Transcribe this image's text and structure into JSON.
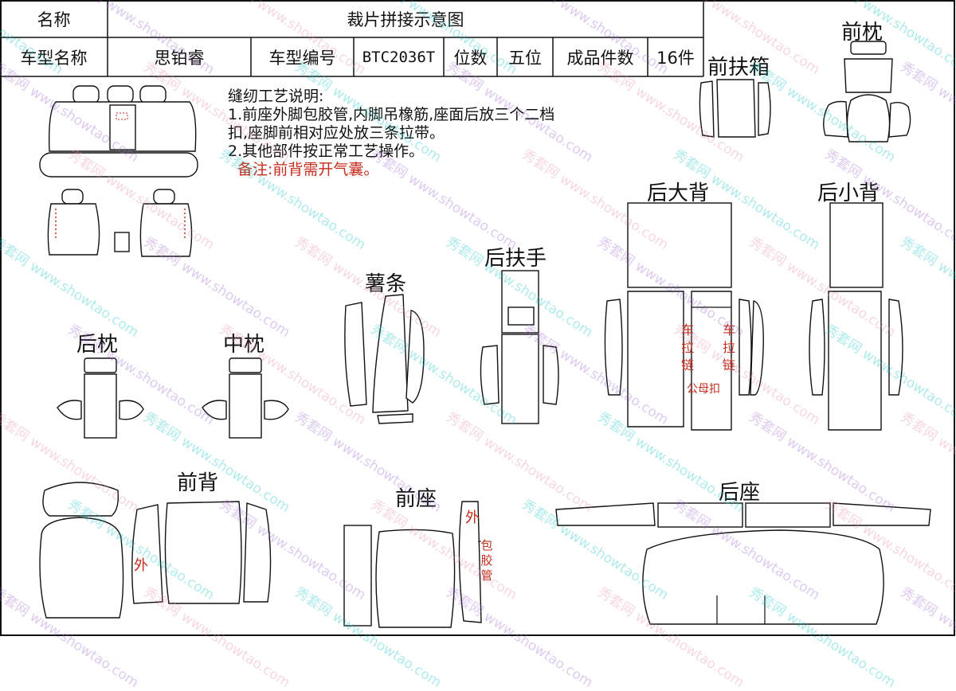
{
  "table": {
    "name_label": "名称",
    "title": "裁片拼接示意图",
    "model_name_label": "车型名称",
    "model_name": "思铂睿",
    "model_code_label": "车型编号",
    "model_code": "BTC2036T",
    "seats_label": "位数",
    "seats": "五位",
    "pieces_label": "成品件数",
    "pieces": "16件"
  },
  "notes": {
    "heading": "缝纫工艺说明:",
    "line1": "1.前座外脚包胶管,内脚吊橡筋,座面后放三个二档",
    "line2": "扣,座脚前相对应处放三条拉带。",
    "line3": "2.其他部件按正常工艺操作。",
    "remark": "备注:前背需开气囊。"
  },
  "labels": {
    "front_pillow": "前枕",
    "front_armrest_box": "前扶箱",
    "rear_big_back": "后大背",
    "rear_small_back": "后小背",
    "rear_armrest": "后扶手",
    "strip": "薯条",
    "rear_pillow": "后枕",
    "middle_pillow": "中枕",
    "front_back": "前背",
    "front_seat": "前座",
    "rear_seat": "后座"
  },
  "annotations": {
    "zip_left": "车拉链",
    "zip_right": "车拉链",
    "zip_bottom": "公母扣",
    "outer_front_back": "外",
    "outer_front_seat": "外",
    "piping": "包胶管"
  },
  "watermark": {
    "cn": "秀套网",
    "url": "www.showtao.com"
  },
  "colors": {
    "text": "#111111",
    "annotation_red": "#c62c1c",
    "watermark_cyan": "#19c6c6",
    "watermark_purple": "#a06bd0",
    "watermark_pink": "#e38fb0"
  }
}
